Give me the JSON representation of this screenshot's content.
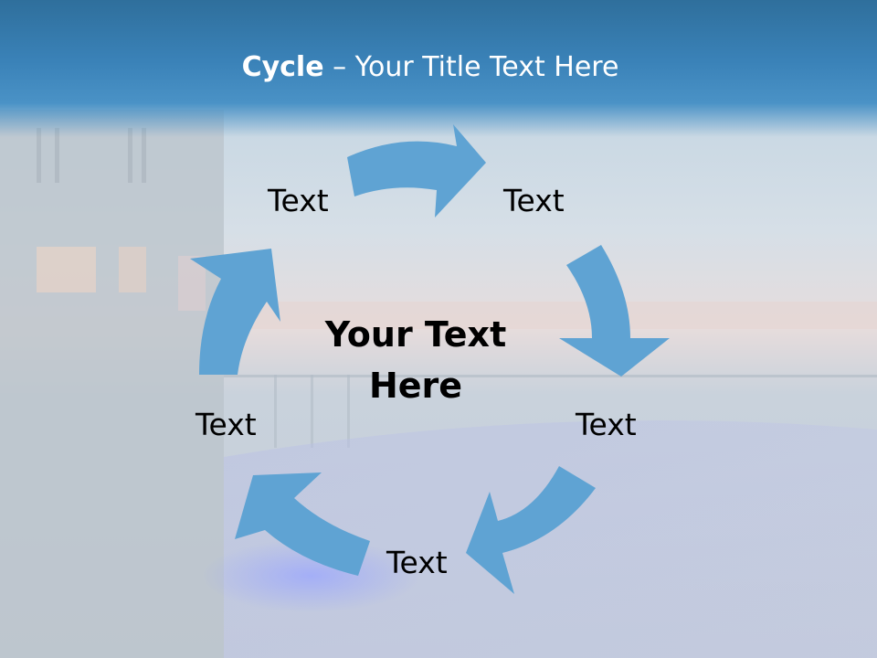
{
  "title": {
    "bold_part": "Cycle",
    "rest_part": " – Your Title Text Here"
  },
  "center_text": "Your Text Here",
  "nodes": [
    {
      "label": "Text"
    },
    {
      "label": "Text"
    },
    {
      "label": "Text"
    },
    {
      "label": "Text"
    },
    {
      "label": "Text"
    }
  ],
  "colors": {
    "title_band": "#3a82b8",
    "arrow_fill": "#5fa3d3",
    "title_text": "#ffffff",
    "body_text": "#000000"
  }
}
